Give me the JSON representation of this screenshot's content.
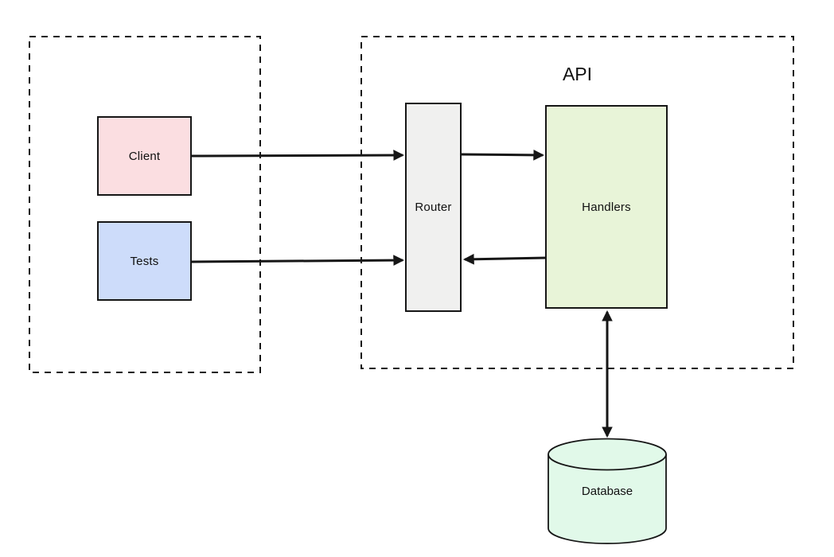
{
  "diagram": {
    "background": "#ffffff",
    "stroke_color": "#161616",
    "groups": {
      "clients": {
        "label": ""
      },
      "api": {
        "label": "API"
      }
    },
    "nodes": {
      "client": {
        "label": "Client",
        "fill": "#fbdee1",
        "shape": "rectangle"
      },
      "tests": {
        "label": "Tests",
        "fill": "#cddcfa",
        "shape": "rectangle"
      },
      "router": {
        "label": "Router",
        "fill": "#f0f0ef",
        "shape": "rectangle"
      },
      "handlers": {
        "label": "Handlers",
        "fill": "#e8f4d8",
        "shape": "rectangle"
      },
      "database": {
        "label": "Database",
        "fill": "#e1f9e9",
        "shape": "cylinder"
      }
    },
    "edges": [
      {
        "from": "Client",
        "to": "Router",
        "direction": "one-way"
      },
      {
        "from": "Tests",
        "to": "Router",
        "direction": "one-way"
      },
      {
        "from": "Router",
        "to": "Handlers",
        "direction": "one-way"
      },
      {
        "from": "Handlers",
        "to": "Router",
        "direction": "one-way"
      },
      {
        "from": "Handlers",
        "to": "Database",
        "direction": "two-way"
      }
    ]
  }
}
